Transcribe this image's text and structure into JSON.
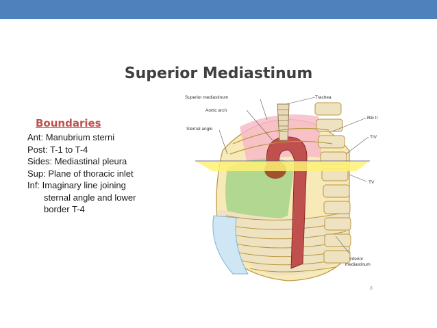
{
  "slide": {
    "title": "Superior Mediastinum",
    "boundaries_heading": "Boundaries",
    "items": [
      "Ant:  Manubrium sterni",
      "Post:  T-1 to T-4",
      "Sides:  Mediastinal pleura",
      "Sup:  Plane of thoracic inlet",
      "Inf:  Imaginary line joining",
      "sternal  angle and lower",
      "border T-4"
    ],
    "page_number": "8"
  },
  "diagram": {
    "labels": {
      "superior_mediastinum": "Superior mediastinum",
      "trachea": "Trachea",
      "aortic_arch": "Aortic arch",
      "rib_ii": "Rib II",
      "sternal_angle": "Sternal angle",
      "tiv": "TIV",
      "tv": "TV",
      "inferior_1": "Inferior",
      "inferior_2": "mediastinum"
    }
  },
  "colors": {
    "top_bar": "#4f81bd",
    "heading": "#c0504d",
    "title": "#404040"
  }
}
